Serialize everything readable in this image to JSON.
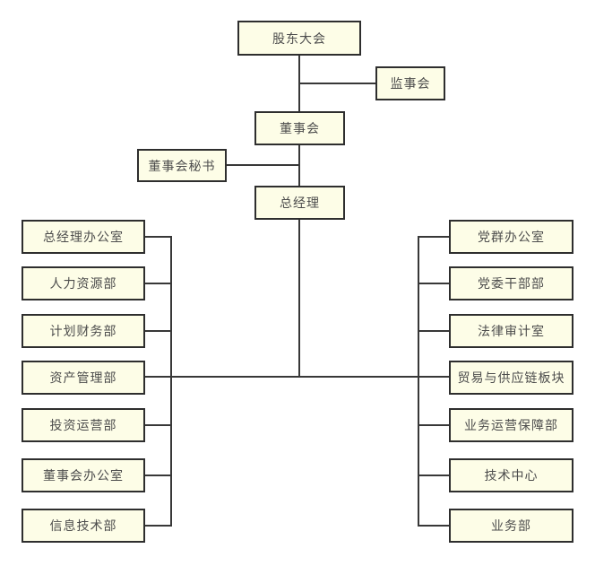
{
  "diagram": {
    "type": "org-chart",
    "top": {
      "shareholders_meeting": "股东大会",
      "supervisory_board": "监事会",
      "board_of_directors": "董事会",
      "board_secretary": "董事会秘书",
      "general_manager": "总经理"
    },
    "left_departments": [
      "总经理办公室",
      "人力资源部",
      "计划财务部",
      "资产管理部",
      "投资运营部",
      "董事会办公室",
      "信息技术部"
    ],
    "right_departments": [
      "党群办公室",
      "党委干部部",
      "法律审计室",
      "贸易与供应链板块",
      "业务运营保障部",
      "技术中心",
      "业务部"
    ],
    "colors": {
      "node_fill": "#FDFDE7",
      "node_border": "#2E2E2E",
      "connector": "#383838",
      "text": "#4D4D4D",
      "background": "#FFFFFF"
    }
  }
}
